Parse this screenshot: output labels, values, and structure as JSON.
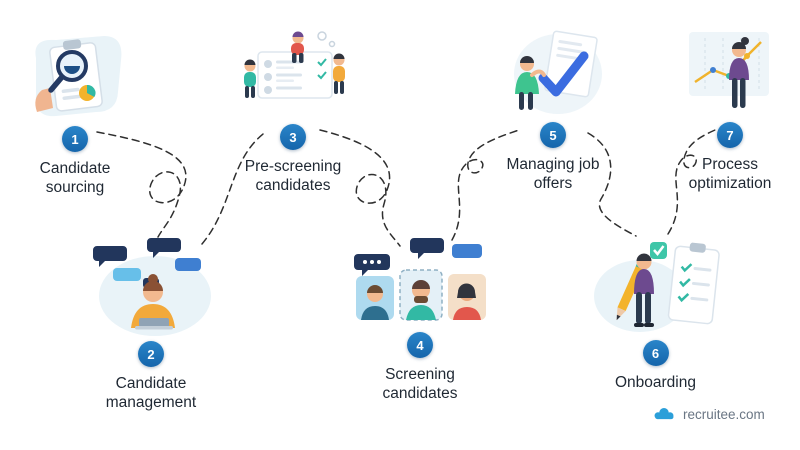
{
  "colors": {
    "badge": "#1c70b8",
    "label_text": "#1f2833",
    "dash_line": "#2f2f2f",
    "blob": "#e9f3f8",
    "teal": "#32b9a4",
    "yellow": "#f3b32b",
    "navy_bubble": "#22365c",
    "blue_bubble": "#3f7fd1",
    "purple": "#6d4a8f",
    "green": "#3ec48f",
    "brand_blue": "#2b9fd9"
  },
  "steps": [
    {
      "number": "1",
      "label": "Candidate sourcing",
      "position": "top",
      "icon": "clipboard-magnifier-illustration"
    },
    {
      "number": "2",
      "label": "Candidate management",
      "position": "bottom",
      "icon": "person-laptop-chat-illustration"
    },
    {
      "number": "3",
      "label": "Pre-screening candidates",
      "position": "top",
      "icon": "team-checklist-illustration"
    },
    {
      "number": "4",
      "label": "Screening candidates",
      "position": "bottom",
      "icon": "candidate-avatars-chat-illustration"
    },
    {
      "number": "5",
      "label": "Managing job offers",
      "position": "top",
      "icon": "offer-checkmark-illustration"
    },
    {
      "number": "6",
      "label": "Onboarding",
      "position": "bottom",
      "icon": "pencil-checklist-illustration"
    },
    {
      "number": "7",
      "label": "Process optimization",
      "position": "top",
      "icon": "growth-chart-illustration"
    }
  ],
  "brand": {
    "name": "recruitee.com"
  }
}
